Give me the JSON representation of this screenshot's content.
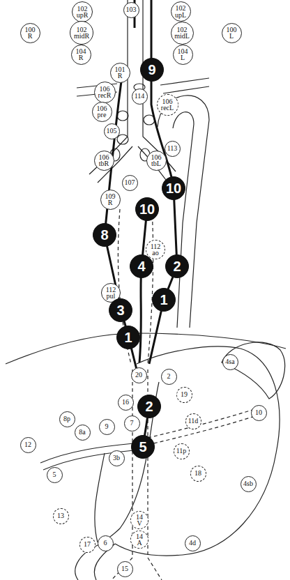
{
  "diagram": {
    "nodes": [
      {
        "text": [
          "102 upR"
        ]
      },
      {
        "text": [
          "103"
        ]
      },
      {
        "text": [
          "102 upL"
        ]
      },
      {
        "text": [
          "100 R"
        ]
      },
      {
        "text": [
          "102 midR"
        ]
      },
      {
        "text": [
          "102 midL"
        ]
      },
      {
        "text": [
          "100 L"
        ]
      },
      {
        "text": [
          "104 R"
        ]
      },
      {
        "text": [
          "104 L"
        ]
      },
      {
        "text": [
          "9"
        ]
      },
      {
        "text": [
          "101 R"
        ]
      },
      {
        "text": [
          "114"
        ]
      },
      {
        "text": [
          "106 recR"
        ]
      },
      {
        "text": [
          "106 recL"
        ]
      },
      {
        "text": [
          "106 pre"
        ]
      },
      {
        "text": [
          "105"
        ]
      },
      {
        "text": [
          "113"
        ]
      },
      {
        "text": [
          "106 tbR"
        ]
      },
      {
        "text": [
          "106 tbL"
        ]
      },
      {
        "text": [
          "10"
        ]
      },
      {
        "text": [
          "107"
        ]
      },
      {
        "text": [
          "109 R"
        ]
      },
      {
        "text": [
          "10"
        ]
      },
      {
        "text": [
          "8"
        ]
      },
      {
        "text": [
          "112 ao"
        ]
      },
      {
        "text": [
          "4"
        ]
      },
      {
        "text": [
          "2"
        ]
      },
      {
        "text": [
          "1"
        ]
      },
      {
        "text": [
          "112 pul"
        ]
      },
      {
        "text": [
          "3"
        ]
      },
      {
        "text": [
          "1"
        ]
      },
      {
        "text": [
          "4sa"
        ]
      },
      {
        "text": [
          "20"
        ]
      },
      {
        "text": [
          "2"
        ]
      },
      {
        "text": [
          "19"
        ]
      },
      {
        "text": [
          "16"
        ]
      },
      {
        "text": [
          "2"
        ]
      },
      {
        "text": [
          "10"
        ]
      },
      {
        "text": [
          "8p"
        ]
      },
      {
        "text": [
          "11d"
        ]
      },
      {
        "text": [
          "7"
        ]
      },
      {
        "text": [
          "9"
        ]
      },
      {
        "text": [
          "8a"
        ]
      },
      {
        "text": [
          "12"
        ]
      },
      {
        "text": [
          "5"
        ]
      },
      {
        "text": [
          "11p"
        ]
      },
      {
        "text": [
          "3b"
        ]
      },
      {
        "text": [
          "18"
        ]
      },
      {
        "text": [
          "5"
        ]
      },
      {
        "text": [
          "4sb"
        ]
      },
      {
        "text": [
          "13"
        ]
      },
      {
        "text": [
          "14 V"
        ]
      },
      {
        "text": [
          "14 A"
        ]
      },
      {
        "text": [
          "6"
        ]
      },
      {
        "text": [
          "17"
        ]
      },
      {
        "text": [
          "4d"
        ]
      },
      {
        "text": [
          "15"
        ]
      }
    ]
  }
}
